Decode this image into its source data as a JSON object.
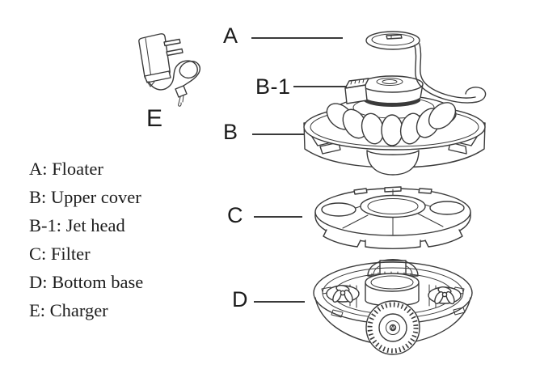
{
  "callouts": {
    "a": {
      "label": "A"
    },
    "b1": {
      "label": "B-1"
    },
    "b": {
      "label": "B"
    },
    "c": {
      "label": "C"
    },
    "d": {
      "label": "D"
    },
    "e": {
      "label": "E"
    }
  },
  "legend": {
    "items": [
      "A: Floater",
      "B: Upper cover",
      "B-1: Jet head",
      "C: Filter",
      "D: Bottom base",
      "E: Charger"
    ]
  },
  "colors": {
    "background": "#ffffff",
    "line_art": "#3a3a3a",
    "text": "#1c1c1c"
  }
}
